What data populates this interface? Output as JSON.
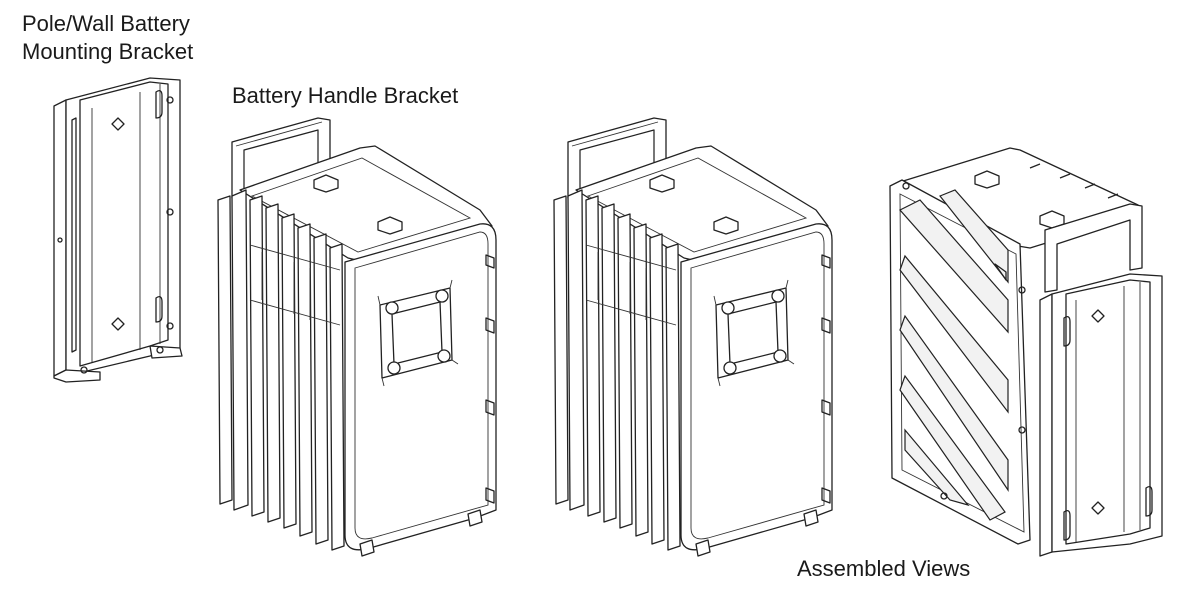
{
  "labels": {
    "mounting_bracket_line1": "Pole/Wall Battery",
    "mounting_bracket_line2": "Mounting Bracket",
    "handle_bracket": "Battery Handle Bracket",
    "assembled": "Assembled Views"
  },
  "icons": {
    "bracket": "pole-wall-mounting-bracket",
    "battery_with_handle": "battery-with-handle-bracket",
    "assembled_front": "assembled-battery-front",
    "assembled_rear": "assembled-battery-with-mount"
  }
}
